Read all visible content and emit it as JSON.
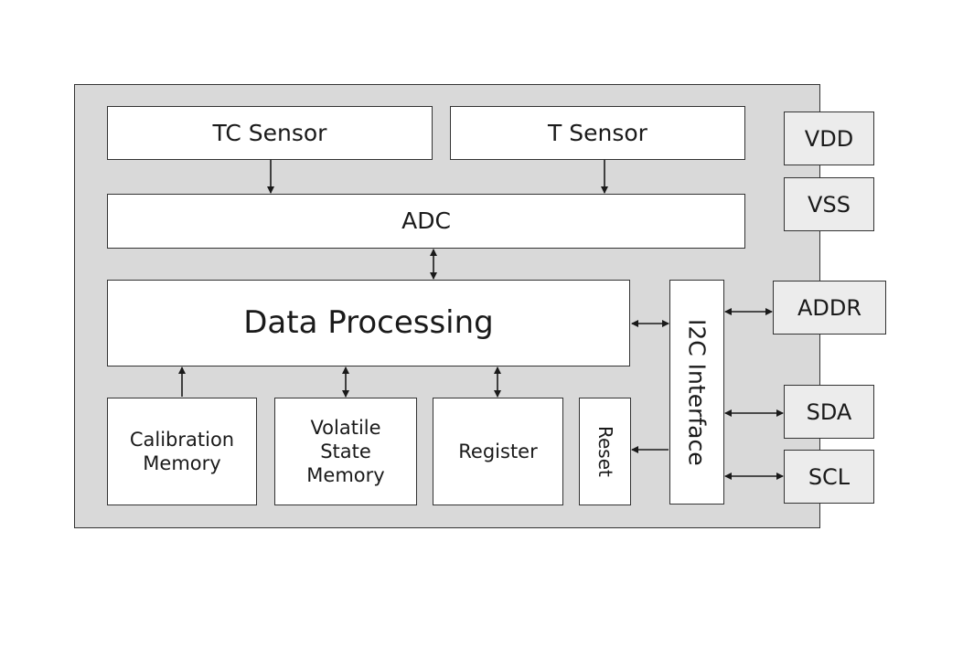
{
  "blocks": {
    "tc_sensor": "TC Sensor",
    "t_sensor": "T Sensor",
    "adc": "ADC",
    "data_processing": "Data Processing",
    "calibration_memory": [
      "Calibration",
      "Memory"
    ],
    "volatile_state_memory": [
      "Volatile",
      "State",
      "Memory"
    ],
    "register": "Register",
    "reset": "Reset",
    "i2c_interface": "I2C Interface"
  },
  "pins": {
    "vdd": "VDD",
    "vss": "VSS",
    "addr": "ADDR",
    "sda": "SDA",
    "scl": "SCL"
  },
  "colors": {
    "chip_fill": "#d9d9d9",
    "block_fill": "#ffffff",
    "pin_fill": "#ececec",
    "line": "#1a1a1a"
  }
}
